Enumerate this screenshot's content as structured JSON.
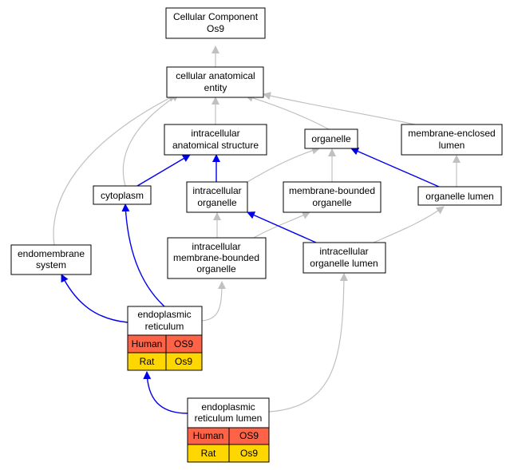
{
  "nodes": {
    "root": [
      "Cellular Component",
      "Os9"
    ],
    "cae": [
      "cellular anatomical",
      "entity"
    ],
    "ias": [
      "intracellular",
      "anatomical structure"
    ],
    "organelle": [
      "organelle"
    ],
    "mel": [
      "membrane-enclosed",
      "lumen"
    ],
    "cytoplasm": [
      "cytoplasm"
    ],
    "io": [
      "intracellular",
      "organelle"
    ],
    "mbo": [
      "membrane-bounded",
      "organelle"
    ],
    "ol": [
      "organelle lumen"
    ],
    "endo": [
      "endomembrane",
      "system"
    ],
    "imbo": [
      "intracellular",
      "membrane-bounded",
      "organelle"
    ],
    "iol": [
      "intracellular",
      "organelle lumen"
    ],
    "er": [
      "endoplasmic",
      "reticulum"
    ],
    "erl": [
      "endoplasmic",
      "reticulum lumen"
    ]
  },
  "tables": {
    "er": [
      [
        "Human",
        "OS9"
      ],
      [
        "Rat",
        "Os9"
      ]
    ],
    "erl": [
      [
        "Human",
        "OS9"
      ],
      [
        "Rat",
        "Os9"
      ]
    ]
  },
  "colors": {
    "edge_gray": "#c0c0c0",
    "edge_blue": "#0000ee",
    "human": "#ff6347",
    "rat": "#ffd700"
  }
}
